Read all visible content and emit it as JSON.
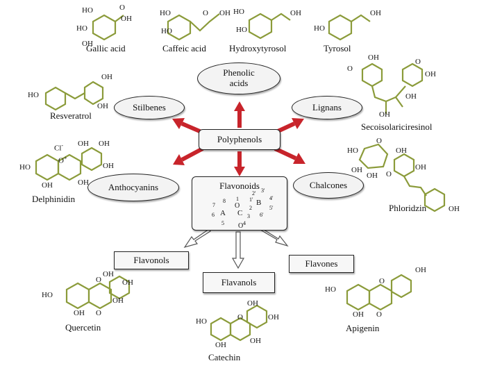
{
  "center": {
    "label": "Polyphenols"
  },
  "classes": {
    "phenolic_acids": "Phenolic\nacids",
    "stilbenes": "Stilbenes",
    "lignans": "Lignans",
    "anthocyanins": "Anthocyanins",
    "chalcones": "Chalcones",
    "flavonoids": "Flavonoids",
    "flavonols": "Flavonols",
    "flavanols": "Flavanols",
    "flavones": "Flavones"
  },
  "compounds": {
    "gallic_acid": "Gallic acid",
    "caffeic_acid": "Caffeic acid",
    "hydroxytyrosol": "Hydroxytyrosol",
    "tyrosol": "Tyrosol",
    "resveratrol": "Resveratrol",
    "secoisolariciresinol": "Secoisolariciresinol",
    "delphinidin": "Delphinidin",
    "phloridzin": "Phloridzin",
    "quercetin": "Quercetin",
    "catechin": "Catechin",
    "apigenin": "Apigenin"
  },
  "groups": {
    "oh": "OH",
    "ho": "HO",
    "o": "O",
    "cl": "Cl",
    "charge": "+",
    "cl_charge": "-"
  },
  "ring_labels": {
    "a": "A",
    "b": "B",
    "c": "C"
  },
  "numbering": [
    "1",
    "2",
    "3",
    "4",
    "5",
    "6",
    "7",
    "8",
    "1'",
    "2'",
    "3'",
    "4'",
    "5'",
    "6'"
  ],
  "colors": {
    "ring": "#8b9b3a",
    "flav_ring": "#c0392b",
    "arrow": "#c8242b",
    "hollow_arrow": "#555555"
  }
}
